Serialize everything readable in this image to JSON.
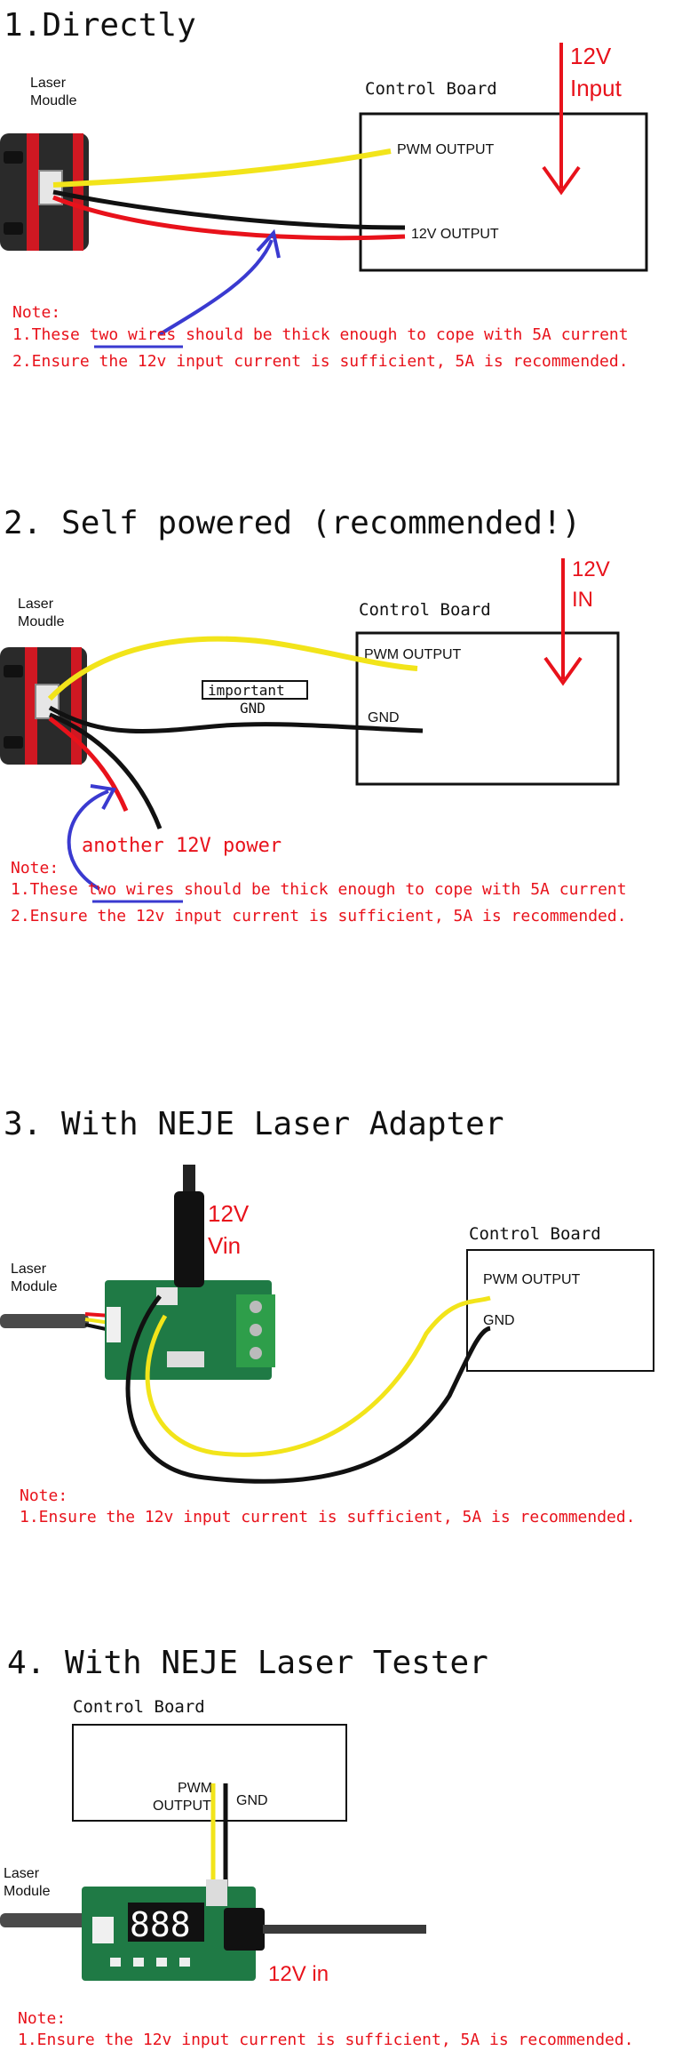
{
  "colors": {
    "red_wire": "#e8121b",
    "yellow_wire": "#f2e41a",
    "black_wire": "#111111",
    "blue_arrow": "#3a3ad0",
    "pcb_green": "#1f7a45",
    "note_red": "#e8121b"
  },
  "section1": {
    "title": "1.Directly",
    "laser_label_1": "Laser",
    "laser_label_2": "Moudle",
    "board_label": "Control Board",
    "input_1": "12V",
    "input_2": "Input",
    "pwm": "PWM OUTPUT",
    "v12": "12V OUTPUT",
    "note_title": "Note:",
    "note1_a": "1.These ",
    "note1_b": "two wires",
    "note1_c": " should be thick enough to cope with 5A current",
    "note2": "2.Ensure the 12v input current is sufficient, 5A is recommended."
  },
  "section2": {
    "title": "2. Self powered (recommended!)",
    "laser_label_1": "Laser",
    "laser_label_2": "Moudle",
    "board_label": "Control Board",
    "input_1": "12V",
    "input_2": "IN",
    "pwm": "PWM OUTPUT",
    "gnd": "GND",
    "important": "important",
    "important_gnd": "GND",
    "another": "another 12V power",
    "note_title": "Note:",
    "note1_a": "1.These ",
    "note1_b": "two wires",
    "note1_c": " should be thick enough to cope with 5A current",
    "note2": "2.Ensure the 12v input current is sufficient, 5A is recommended."
  },
  "section3": {
    "title": "3. With NEJE Laser Adapter",
    "laser_label_1": "Laser",
    "laser_label_2": "Module",
    "vin_1": "12V",
    "vin_2": "Vin",
    "board_label": "Control Board",
    "pwm": "PWM OUTPUT",
    "gnd": "GND",
    "note_title": "Note:",
    "note1": "1.Ensure the 12v input current is sufficient, 5A is recommended."
  },
  "section4": {
    "title": "4. With NEJE Laser Tester",
    "board_label": "Control Board",
    "pwm_1": "PWM",
    "pwm_2": "OUTPUT",
    "gnd": "GND",
    "laser_label_1": "Laser",
    "laser_label_2": "Module",
    "display": "888",
    "v_in": "12V in",
    "note_title": "Note:",
    "note1": "1.Ensure the 12v input current is sufficient, 5A is recommended."
  }
}
